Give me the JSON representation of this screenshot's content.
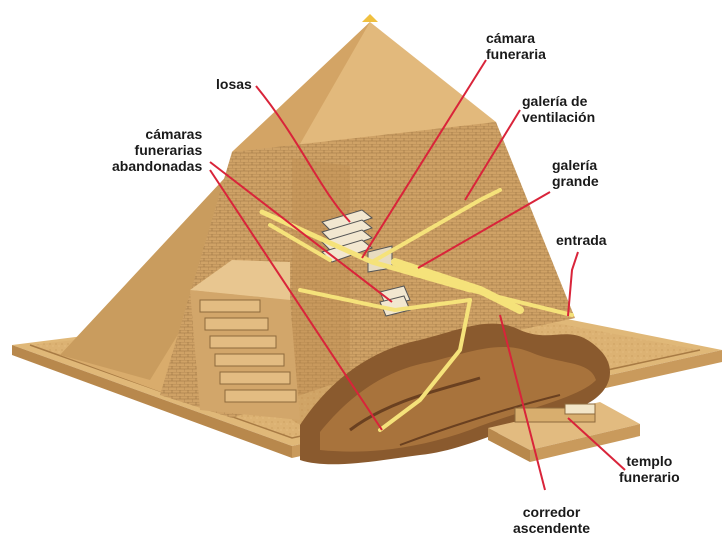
{
  "labels": {
    "camara_funeraria": [
      "cámara",
      "funeraria"
    ],
    "losas": "losas",
    "camaras_abandonadas": [
      "cámaras",
      "funerarias",
      "abandonadas"
    ],
    "galeria_ventilacion": [
      "galería de",
      "ventilación"
    ],
    "galeria_grande": [
      "galería",
      "grande"
    ],
    "entrada": "entrada",
    "templo_funerario": [
      "templo",
      "funerario"
    ],
    "corredor_ascendente": [
      "corredor",
      "ascendente"
    ]
  },
  "colors": {
    "stone": "#d9ac6c",
    "stone_dark": "#b98a4e",
    "stone_light": "#e9c990",
    "brick": "#c79c62",
    "leader": "#d9243a",
    "passage": "#f5e27a",
    "rock": "#8a5a2e"
  }
}
